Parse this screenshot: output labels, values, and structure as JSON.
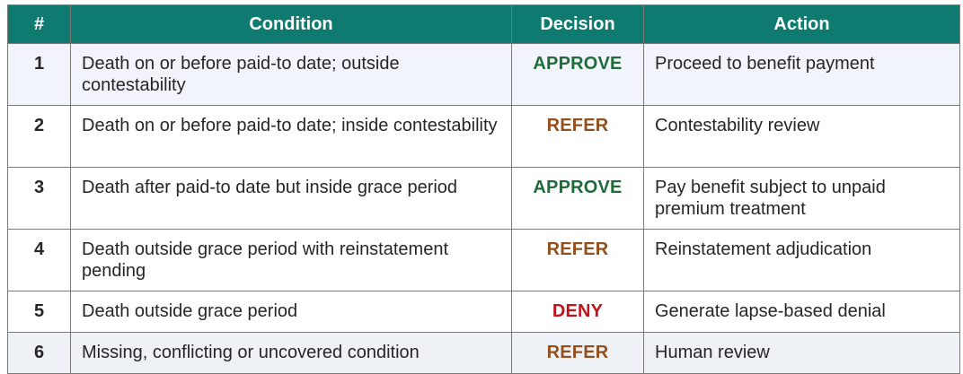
{
  "table": {
    "headers": {
      "num": "#",
      "condition": "Condition",
      "decision": "Decision",
      "action": "Action"
    },
    "rows": [
      {
        "num": "1",
        "condition": "Death on or before paid-to date; outside contestability",
        "decision": "APPROVE",
        "decision_type": "approve",
        "action": "Proceed to benefit payment"
      },
      {
        "num": "2",
        "condition": "Death on or before paid-to date; inside contestability",
        "decision": "REFER",
        "decision_type": "refer",
        "action": "Contestability review"
      },
      {
        "num": "3",
        "condition": "Death after paid-to date but inside grace period",
        "decision": "APPROVE",
        "decision_type": "approve",
        "action": "Pay benefit subject to unpaid premium treatment"
      },
      {
        "num": "4",
        "condition": "Death outside grace period with reinstatement pending",
        "decision": "REFER",
        "decision_type": "refer",
        "action": "Reinstatement adjudication"
      },
      {
        "num": "5",
        "condition": "Death outside grace period",
        "decision": "DENY",
        "decision_type": "deny",
        "action": "Generate lapse-based denial"
      },
      {
        "num": "6",
        "condition": "Missing, conflicting or uncovered condition",
        "decision": "REFER",
        "decision_type": "refer",
        "action": "Human review"
      }
    ]
  },
  "colors": {
    "header_bg": "#0e7a70",
    "approve": "#1f6b3a",
    "refer": "#94501c",
    "deny": "#c0141b",
    "row_alt_bg": "#f1f4fb"
  }
}
